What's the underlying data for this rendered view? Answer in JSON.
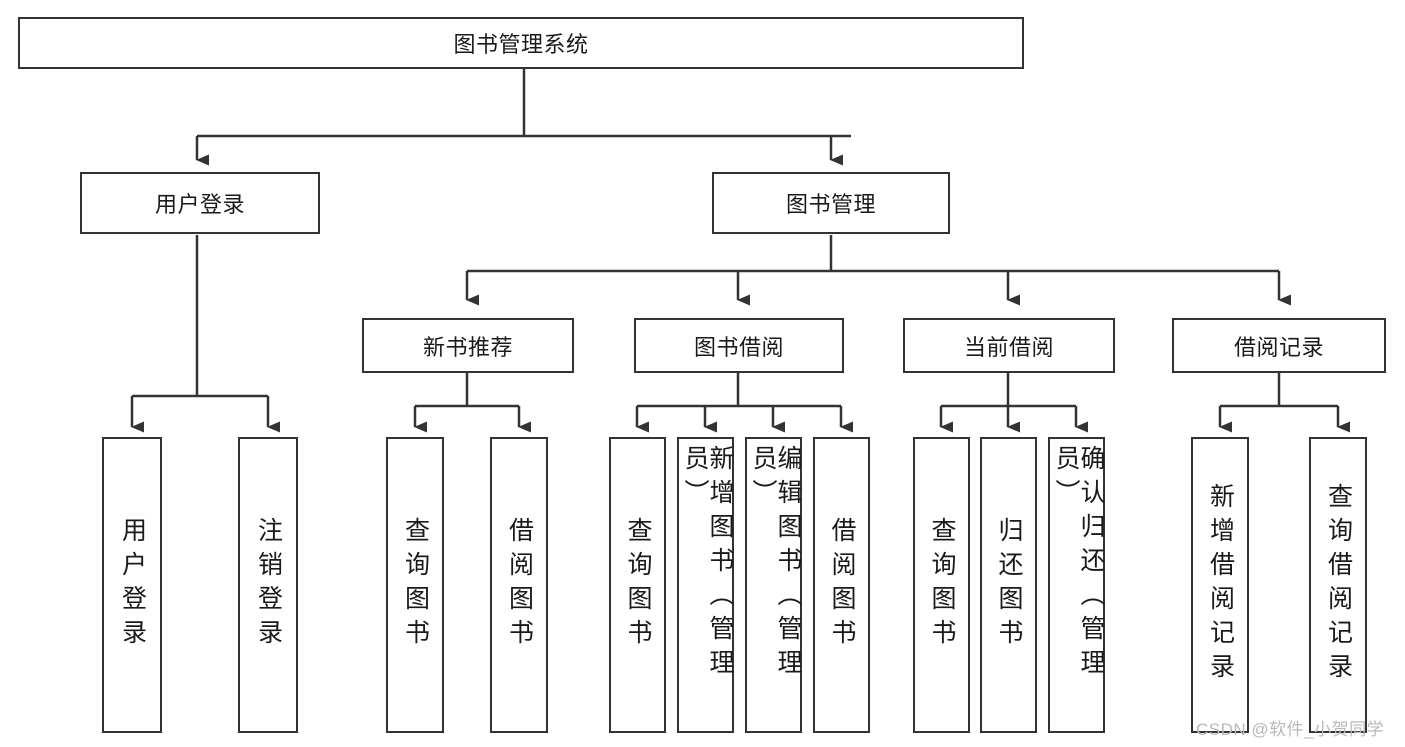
{
  "diagram": {
    "type": "hierarchy-tree",
    "title_node": {
      "label": "图书管理系统"
    },
    "level2": [
      {
        "id": "user-login",
        "label": "用户登录"
      },
      {
        "id": "book-manage",
        "label": "图书管理"
      }
    ],
    "level3": [
      {
        "id": "new-book-recommend",
        "label": "新书推荐"
      },
      {
        "id": "book-borrow",
        "label": "图书借阅"
      },
      {
        "id": "current-borrow",
        "label": "当前借阅"
      },
      {
        "id": "borrow-record",
        "label": "借阅记录"
      }
    ],
    "leaves": [
      {
        "id": "leaf-user-login",
        "label": "用户登录",
        "parent": "user-login"
      },
      {
        "id": "leaf-logout-login",
        "label": "注销登录",
        "parent": "user-login"
      },
      {
        "id": "leaf-query-book-1",
        "label": "查询图书",
        "parent": "new-book-recommend"
      },
      {
        "id": "leaf-borrow-book-1",
        "label": "借阅图书",
        "parent": "new-book-recommend"
      },
      {
        "id": "leaf-query-book-2",
        "label": "查询图书",
        "parent": "book-borrow"
      },
      {
        "id": "leaf-add-book-admin",
        "label": "新增图书（管理员）",
        "parent": "book-borrow"
      },
      {
        "id": "leaf-edit-book-admin",
        "label": "编辑图书（管理员）",
        "parent": "book-borrow"
      },
      {
        "id": "leaf-borrow-book-2",
        "label": "借阅图书",
        "parent": "book-borrow"
      },
      {
        "id": "leaf-query-book-3",
        "label": "查询图书",
        "parent": "current-borrow"
      },
      {
        "id": "leaf-return-book",
        "label": "归还图书",
        "parent": "current-borrow"
      },
      {
        "id": "leaf-confirm-return-admin",
        "label": "确认归还（管理员）",
        "parent": "current-borrow"
      },
      {
        "id": "leaf-add-borrow-record",
        "label": "新增借阅记录",
        "parent": "borrow-record"
      },
      {
        "id": "leaf-query-borrow-record",
        "label": "查询借阅记录",
        "parent": "borrow-record"
      }
    ],
    "watermark": "CSDN @软件_小贺同学",
    "colors": {
      "border": "#333333",
      "background": "#ffffff",
      "text": "#1a1a1a",
      "watermark": "#b9b9b9"
    }
  }
}
